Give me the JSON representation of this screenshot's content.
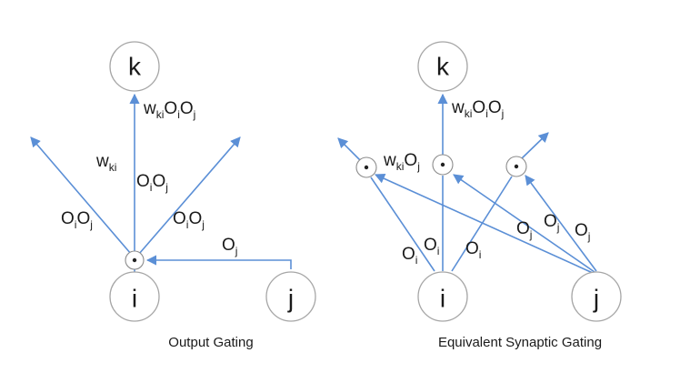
{
  "colors": {
    "edge": "#5b8fd6",
    "node_stroke": "#a6a6a6",
    "text": "#1a1a1a"
  },
  "left_panel": {
    "caption": "Output Gating",
    "nodes": {
      "k": "k",
      "i": "i",
      "j": "j"
    },
    "labels": {
      "wki_oioj": {
        "w": "w",
        "ki": "ki",
        "O1": "O",
        "i": "i",
        "O2": "O",
        "j": "j"
      },
      "wki": {
        "w": "w",
        "ki": "ki"
      },
      "oioj_center": {
        "O1": "O",
        "i": "i",
        "O2": "O",
        "j": "j"
      },
      "oioj_left": {
        "O1": "O",
        "i": "i",
        "O2": "O",
        "j": "j"
      },
      "oioj_right": {
        "O1": "O",
        "i": "i",
        "O2": "O",
        "j": "j"
      },
      "oj": {
        "O": "O",
        "j": "j"
      }
    }
  },
  "right_panel": {
    "caption": "Equivalent Synaptic Gating",
    "nodes": {
      "k": "k",
      "i": "i",
      "j": "j"
    },
    "labels": {
      "wki_oioj": {
        "w": "w",
        "ki": "ki",
        "O1": "O",
        "i": "i",
        "O2": "O",
        "j": "j"
      },
      "wki_oj": {
        "w": "w",
        "ki": "ki",
        "O": "O",
        "j": "j"
      },
      "oi_1": {
        "O": "O",
        "i": "i"
      },
      "oi_2": {
        "O": "O",
        "i": "i"
      },
      "oi_3": {
        "O": "O",
        "i": "i"
      },
      "oj_1": {
        "O": "O",
        "j": "j"
      },
      "oj_2": {
        "O": "O",
        "j": "j"
      },
      "oj_3": {
        "O": "O",
        "j": "j"
      }
    }
  }
}
